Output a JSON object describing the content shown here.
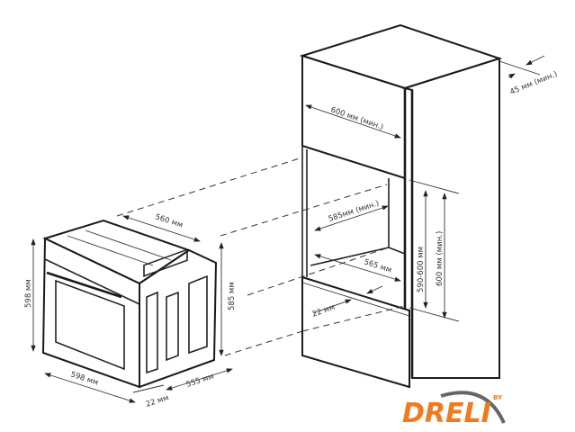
{
  "oven": {
    "height_label": "598 мм",
    "width_label": "598 мм",
    "depth_top_label": "560 мм",
    "body_height_label": "585 мм",
    "body_depth_label": "555 мм",
    "front_thickness_label": "22 мм"
  },
  "cabinet": {
    "width_label": "600 мм (мин.)",
    "back_gap_label": "45 мм (мин.)",
    "niche_depth_label": "585мм (мин.)",
    "floor_depth_label": "565 мм",
    "niche_height_label": "590-600 мм",
    "min_height_label": "600 мм (мин.)",
    "front_offset_label": "22 мм"
  },
  "logo": {
    "text": "DRELI",
    "by": "BY",
    "color": "#f07a1e"
  }
}
